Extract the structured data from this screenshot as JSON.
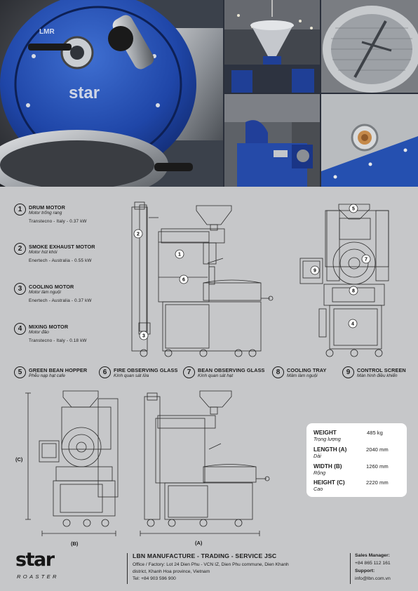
{
  "photo_logo": "star",
  "photo_badge": "LMR",
  "components": [
    {
      "no": "1",
      "title": "DRUM MOTOR",
      "sub": "Motor trống rang",
      "detail": "Transtecno  -  Italy  -  0.37  kW"
    },
    {
      "no": "2",
      "title": "SMOKE EXHAUST MOTOR",
      "sub": "Motor hút khói",
      "detail": "Enertech  -  Australia  -  0.55 kW"
    },
    {
      "no": "3",
      "title": "COOLING MOTOR",
      "sub": "Motor làm nguội",
      "detail": "Enertech  -  Australia  -  0.37 kW"
    },
    {
      "no": "4",
      "title": "MIXING MOTOR",
      "sub": "Motor đảo",
      "detail": "Transtecno  -  Italy  -  0.18  kW"
    },
    {
      "no": "5",
      "title": "GREEN BEAN HOPPER",
      "sub": "Phễu nạp hạt cafe"
    },
    {
      "no": "6",
      "title": "FIRE OBSERVING GLASS",
      "sub": "Kính quan sát lửa"
    },
    {
      "no": "7",
      "title": "BEAN OBSERVING GLASS",
      "sub": "Kính quan sát hạt"
    },
    {
      "no": "8",
      "title": "COOLING TRAY",
      "sub": "Mâm làm nguội"
    },
    {
      "no": "9",
      "title": "CONTROL SCREEN",
      "sub": "Màn hình điều khiển"
    }
  ],
  "specs": [
    {
      "label": "WEIGHT",
      "sub": "Trọng lượng",
      "value": "485 kg"
    },
    {
      "label": "LENGTH (A)",
      "sub": "Dài",
      "value": "2040 mm"
    },
    {
      "label": "WIDTH (B)",
      "sub": "Rộng",
      "value": "1260 mm"
    },
    {
      "label": "HEIGHT (C)",
      "sub": "Cao",
      "value": "2220 mm"
    }
  ],
  "dims": {
    "a": "(A)",
    "b": "(B)",
    "c": "(C)"
  },
  "footer": {
    "logo_top": "star",
    "logo_bottom": "ROASTER",
    "company": "LBN MANUFACTURE - TRADING - SERVICE JSC",
    "address_1": "Office / Factory: Lot 24 Dien Phu - VCN IZ, Dien Phu commune, Dien Khanh",
    "address_2": "district, Khanh Hoa province, Vietnam",
    "tel": "Tel: +84 903 596 900",
    "sales_label": "Sales Manager:",
    "sales_phone": "+84 865 112 161",
    "support_label": "Support:",
    "support_email": "info@lbn.com.vn"
  }
}
